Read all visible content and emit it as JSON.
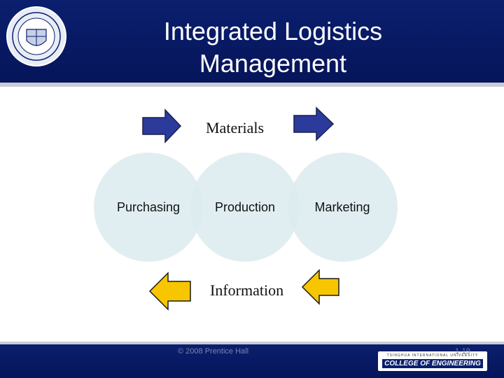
{
  "slide": {
    "title": "Integrated Logistics Management",
    "title_line1": "Integrated Logistics",
    "title_line2": "Management",
    "footer_copyright": "© 2008 Prentice Hall",
    "slide_number": "1-19",
    "college_badge": {
      "small_text": "TSINGHUA INTERNATIONAL UNIVERSITY",
      "main_text": "COLLEGE OF ENGINEERING"
    }
  },
  "diagram": {
    "materials_label": "Materials",
    "information_label": "Information",
    "circles": [
      {
        "label": "Purchasing"
      },
      {
        "label": "Production"
      },
      {
        "label": "Marketing"
      }
    ],
    "colors": {
      "header": "#0a1f6e",
      "materials_arrow": "#2c3a9c",
      "information_arrow": "#f7c600",
      "circle_fill": "#dcebef"
    }
  }
}
